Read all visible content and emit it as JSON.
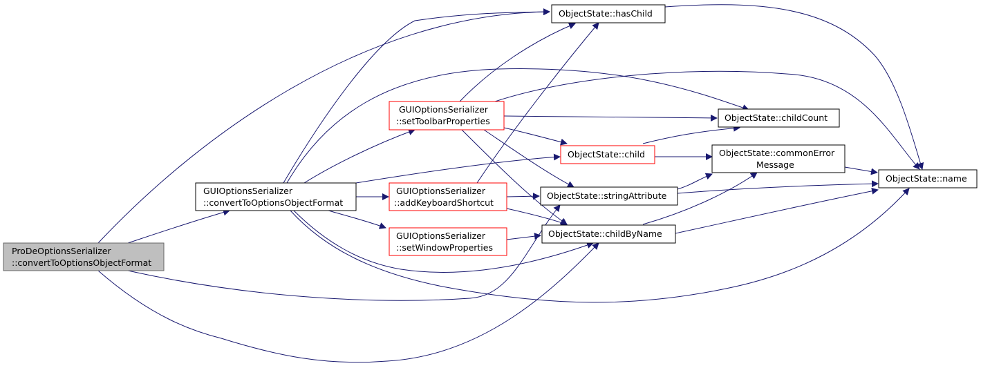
{
  "graph": {
    "nodes": {
      "prode": {
        "lines": [
          "ProDeOptionsSerializer",
          "::convertToOptionsObjectFormat"
        ]
      },
      "gui_convert": {
        "lines": [
          "GUIOptionsSerializer",
          "::convertToOptionsObjectFormat"
        ]
      },
      "gui_toolbar": {
        "lines": [
          "GUIOptionsSerializer",
          "::setToolbarProperties"
        ]
      },
      "gui_keyboard": {
        "lines": [
          "GUIOptionsSerializer",
          "::addKeyboardShortcut"
        ]
      },
      "gui_window": {
        "lines": [
          "GUIOptionsSerializer",
          "::setWindowProperties"
        ]
      },
      "has_child": {
        "lines": [
          "ObjectState::hasChild"
        ]
      },
      "child": {
        "lines": [
          "ObjectState::child"
        ]
      },
      "string_attribute": {
        "lines": [
          "ObjectState::stringAttribute"
        ]
      },
      "child_by_name": {
        "lines": [
          "ObjectState::childByName"
        ]
      },
      "child_count": {
        "lines": [
          "ObjectState::childCount"
        ]
      },
      "common_error": {
        "lines": [
          "ObjectState::commonError",
          "Message"
        ]
      },
      "name": {
        "lines": [
          "ObjectState::name"
        ]
      }
    },
    "colors": {
      "edge": "#191970",
      "root_fill": "#bfbfbf",
      "highlight_border": "#ff0000",
      "default_border": "#000000"
    }
  }
}
